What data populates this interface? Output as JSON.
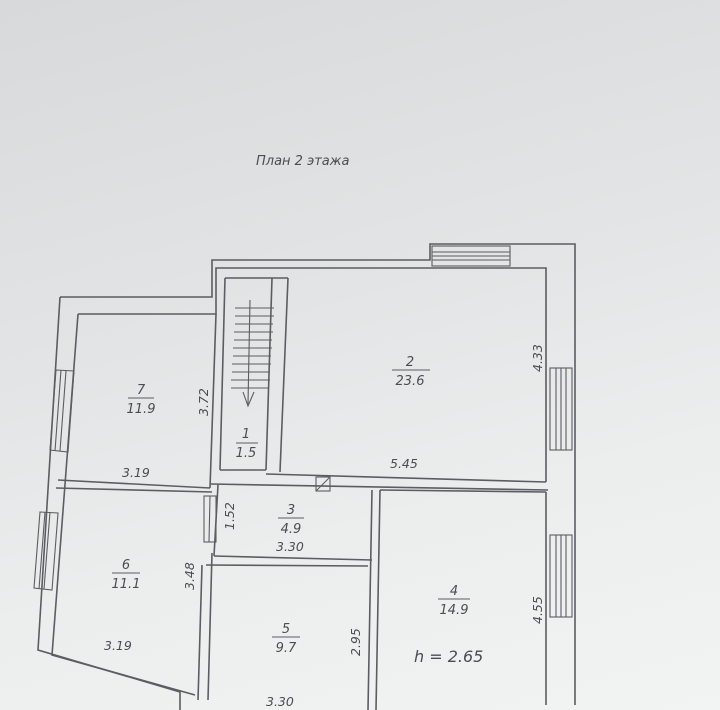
{
  "title": "План 2 этажа",
  "rooms": [
    {
      "number": "1",
      "area": "1.5"
    },
    {
      "number": "2",
      "area": "23.6"
    },
    {
      "number": "3",
      "area": "4.9"
    },
    {
      "number": "4",
      "area": "14.9"
    },
    {
      "number": "5",
      "area": "9.7"
    },
    {
      "number": "6",
      "area": "11.1"
    },
    {
      "number": "7",
      "area": "11.9"
    }
  ],
  "dimensions": {
    "room7_height": "3.72",
    "room7_width": "3.19",
    "room6_height": "3.48",
    "room6_width": "3.19",
    "room2_height": "4.33",
    "room2_width": "5.45",
    "room3_height": "1.52",
    "room3_width": "3.30",
    "room5_height": "2.95",
    "room5_width": "3.30",
    "room4_height": "4.55"
  },
  "ceiling_height": "h = 2.65"
}
